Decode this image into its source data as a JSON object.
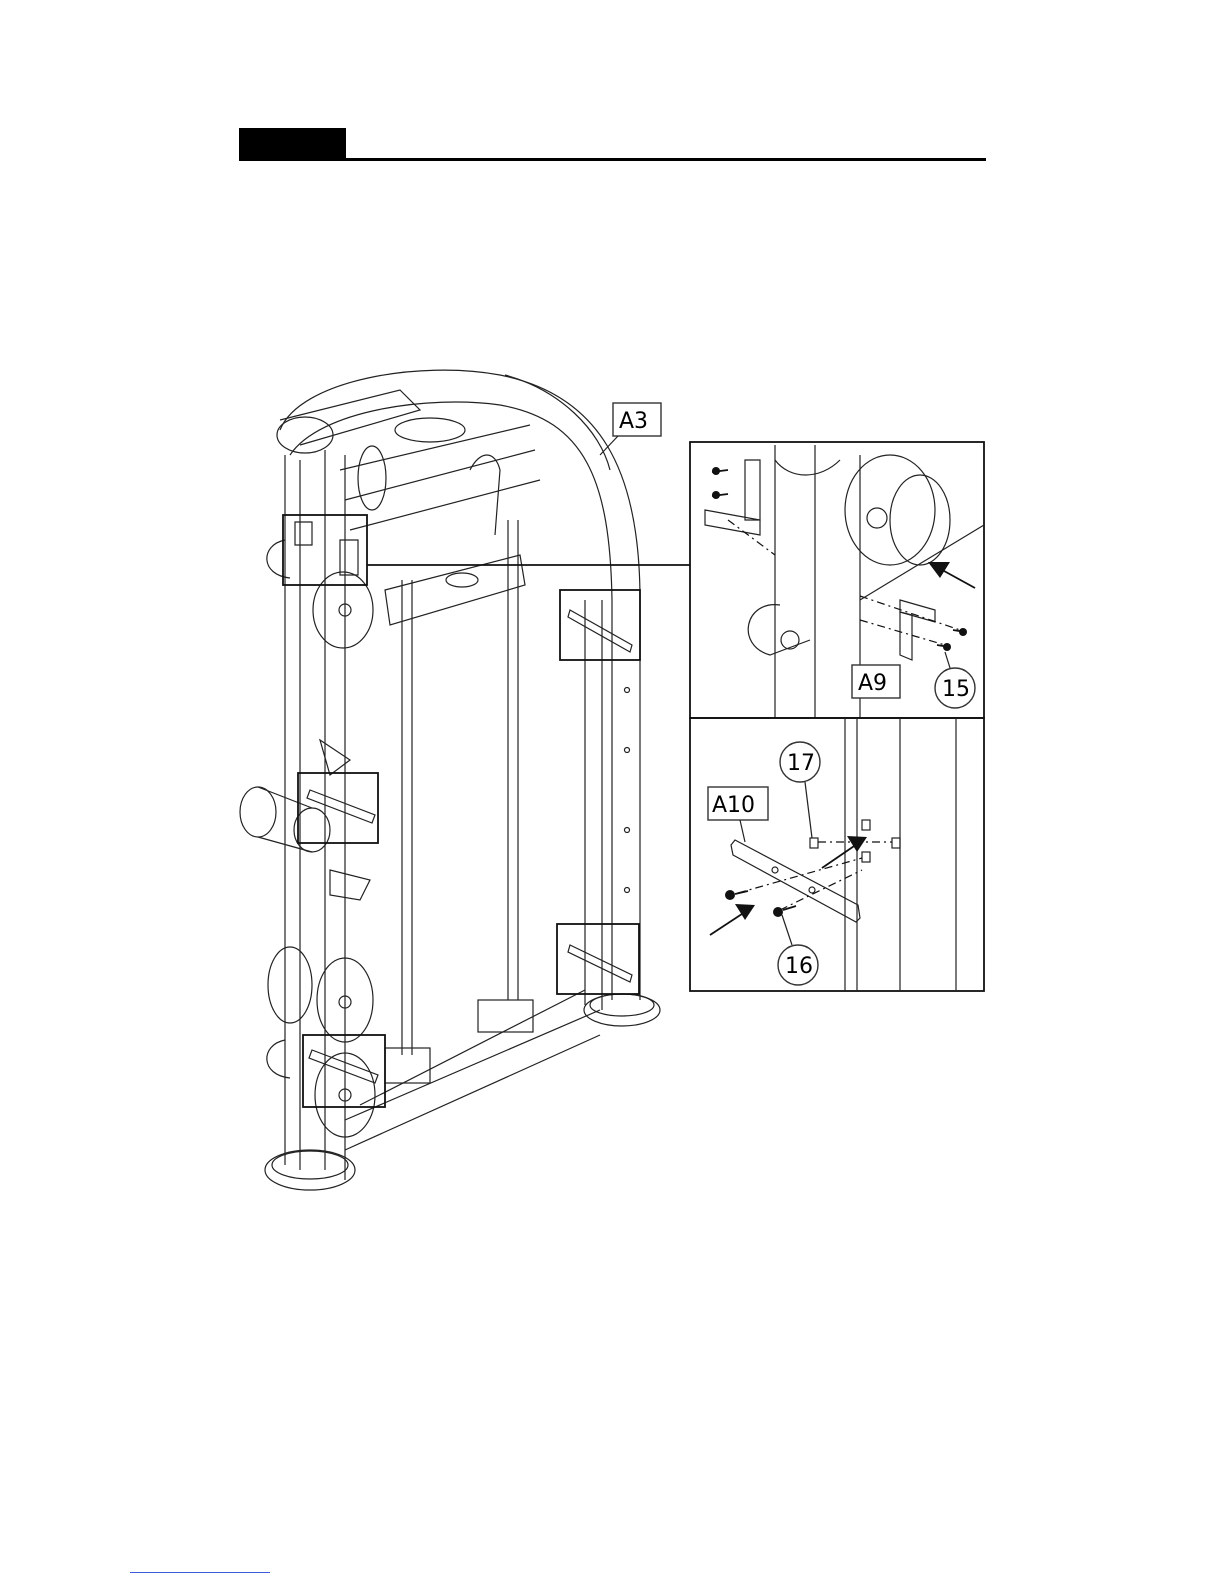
{
  "diagram": {
    "part_labels": {
      "a3": "A3",
      "a9": "A9",
      "a10": "A10"
    },
    "callouts": {
      "c15": "15",
      "c16": "16",
      "c17": "17"
    }
  },
  "colors": {
    "line": "#111111",
    "header_bar": "#000000",
    "footer_link": "#3b5bdb"
  }
}
